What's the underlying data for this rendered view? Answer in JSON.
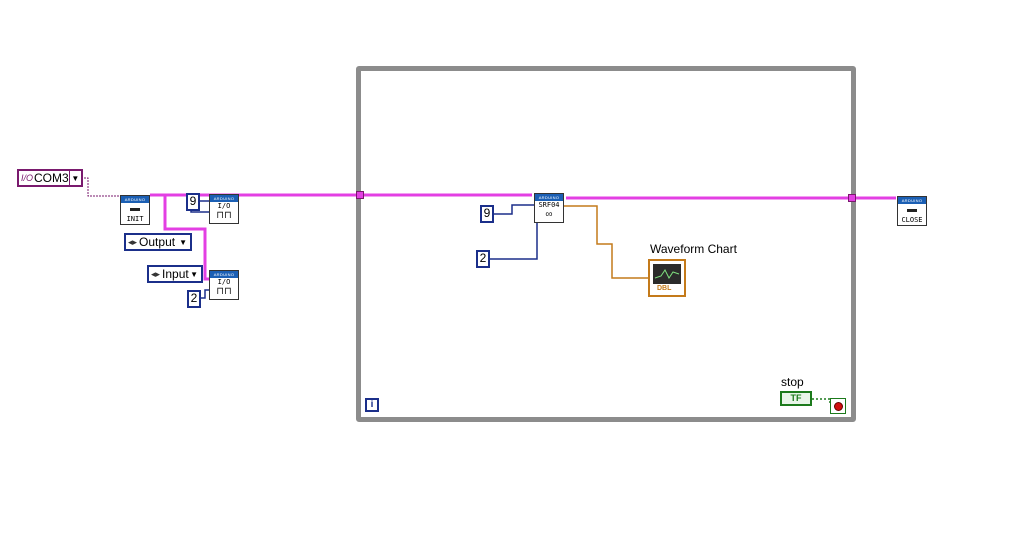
{
  "visa": {
    "value": "COM3",
    "io_glyph": "I/O"
  },
  "blocks": {
    "init": {
      "header": "ARDUINO",
      "label": "INIT"
    },
    "io1": {
      "header": "ARDUINO",
      "label": "I/O"
    },
    "io2": {
      "header": "ARDUINO",
      "label": "I/O"
    },
    "srf04": {
      "header": "ARDUINO",
      "label": "SRF04"
    },
    "close": {
      "header": "ARDUINO",
      "label": "CLOSE"
    }
  },
  "constants": {
    "pin_9_a": "9",
    "pin_2_a": "2",
    "pin_9_b": "9",
    "pin_2_b": "2"
  },
  "rings": {
    "output": "Output",
    "input": "Input"
  },
  "chart": {
    "label": "Waveform Chart",
    "type_tag": "DBL"
  },
  "stop": {
    "label": "stop",
    "bool_tag": "TF"
  },
  "loop": {
    "iteration": "i"
  },
  "colors": {
    "visa_wire": "#e33fe3",
    "numeric": "#1b2f8a",
    "double": "#c47a1a",
    "boolean": "#1c7a1c"
  }
}
